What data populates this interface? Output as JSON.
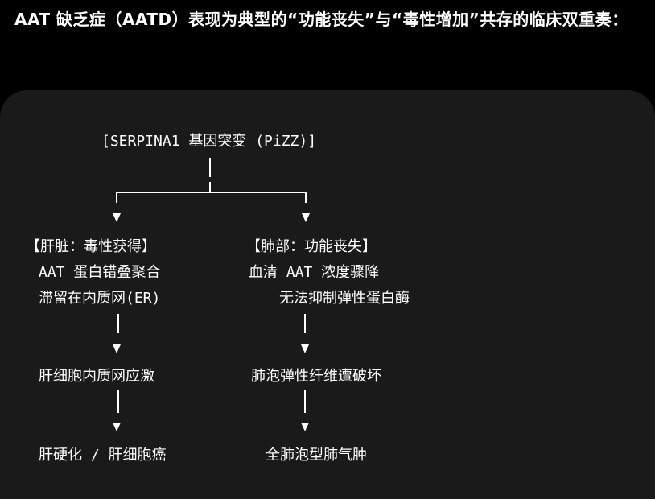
{
  "intro": {
    "text": "AAT 缺乏症（AATD）表现为典型的“功能丧失”与“毒性增加”共存的临床双重奏："
  },
  "diagram": {
    "root": "[SERPINA1 基因突变 (PiZZ)]",
    "left": {
      "heading": "【肝脏：毒性获得】",
      "line1": "AAT 蛋白错叠聚合",
      "line2": "滞留在内质网(ER)",
      "step2": "肝细胞内质网应激",
      "step3": "肝硬化 / 肝细胞癌"
    },
    "right": {
      "heading": "【肺部：功能丧失】",
      "line1": "血清 AAT 浓度骤降",
      "line2": "无法抑制弹性蛋白酶",
      "step2": "肺泡弹性纤维遭破坏",
      "step3": "全肺泡型肺气肿"
    }
  },
  "colors": {
    "background": "#000000",
    "card": "#1a1a1a",
    "text": "#ffffff"
  }
}
